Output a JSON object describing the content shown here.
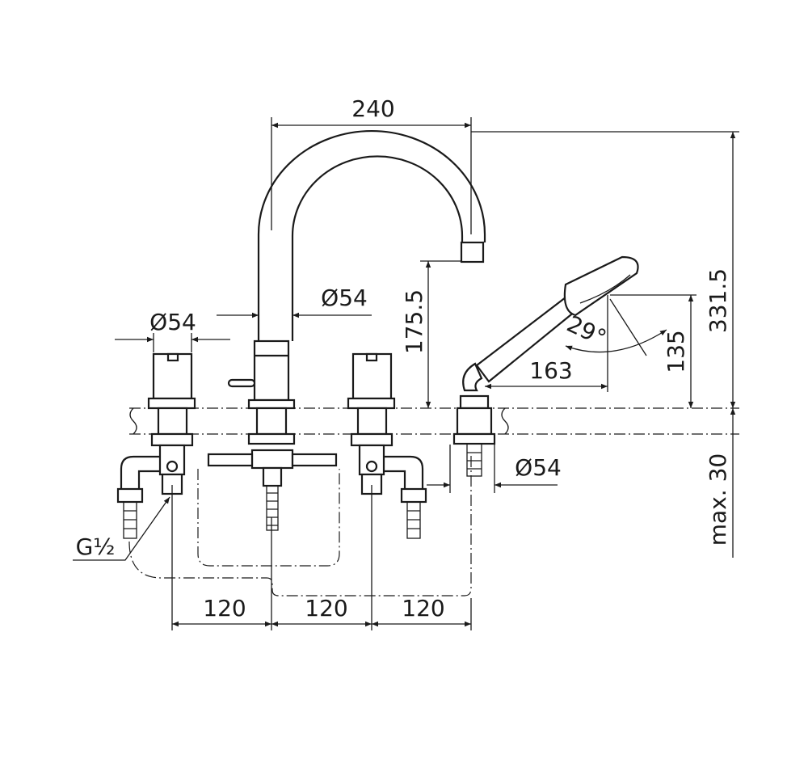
{
  "drawing": {
    "title": "Four-hole deck-mounted bath mixer with hand shower",
    "dimensions": {
      "spout_reach": "240",
      "spout_diameter": "Ø54",
      "handle_diameter": "Ø54",
      "spout_outlet_height": "175.5",
      "total_height": "331.5",
      "shower_angle": "29°",
      "shower_length": "163",
      "shower_height": "135",
      "deck_thickness": "max. 30",
      "shower_base_diameter": "Ø54",
      "connection_thread": "G½",
      "spacing_1": "120",
      "spacing_2": "120",
      "spacing_3": "120"
    },
    "colors": {
      "line": "#1a1a1a",
      "background": "#ffffff"
    }
  }
}
